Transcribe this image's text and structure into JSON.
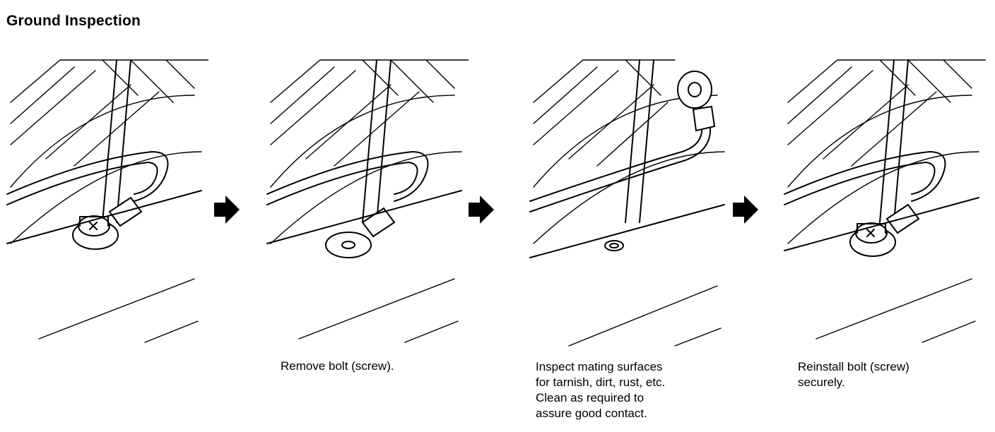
{
  "title": "Ground Inspection",
  "steps": [
    {
      "caption": ""
    },
    {
      "caption": "Remove bolt (screw)."
    },
    {
      "caption": "Inspect mating surfaces\nfor tarnish, dirt, rust, etc.\nClean as required to\nassure good contact."
    },
    {
      "caption": "Reinstall bolt (screw)\nsecurely."
    }
  ],
  "arrow_icon": "right-arrow-icon"
}
